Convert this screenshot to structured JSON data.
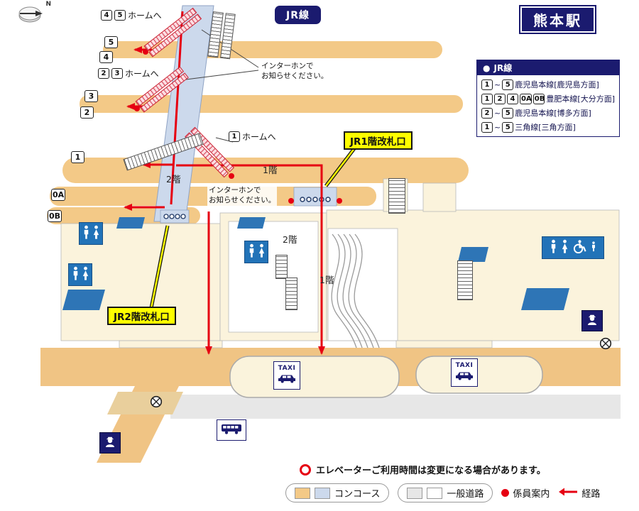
{
  "header": {
    "station_title": "熊本駅",
    "jr_line_badge": "JR線",
    "compass_label": "N"
  },
  "platform_links": {
    "p45_b1": "4",
    "p45_b2": "5",
    "p45_label": "ホームへ",
    "p23_b1": "2",
    "p23_b2": "3",
    "p23_label": "ホームへ",
    "p1_b1": "1",
    "p1_label": "ホームへ"
  },
  "platform_badges": {
    "pf5": "5",
    "pf4": "4",
    "pf3": "3",
    "pf2": "2",
    "pf1": "1",
    "pf0a": "0A",
    "pf0b": "0B"
  },
  "notes": {
    "intercom1_line1": "インターホンで",
    "intercom1_line2": "お知らせください。",
    "intercom2_line1": "インターホンで",
    "intercom2_line2": "お知らせください。"
  },
  "gates": {
    "gate_1f_label": "JR1階改札口",
    "gate_2f_label": "JR2階改札口"
  },
  "floors": {
    "platform_2f": "2階",
    "platform_1f": "1階",
    "building_2f": "2階",
    "building_1f": "1階"
  },
  "lines_box": {
    "bullet": "●",
    "title": "JR線",
    "rows": [
      {
        "b1": "1",
        "sep": "~",
        "b2": "5",
        "label": "鹿児島本線[鹿児島方面]"
      },
      {
        "b1": "1",
        "b2": "2",
        "b3": "4",
        "b4": "0A",
        "b5": "0B",
        "label": "豊肥本線[大分方面]"
      },
      {
        "b1": "2",
        "sep": "~",
        "b2": "5",
        "label": "鹿児島本線[博多方面]"
      },
      {
        "b1": "1",
        "sep": "~",
        "b2": "5",
        "label": "三角線[三角方面]"
      }
    ]
  },
  "signs": {
    "taxi1": "TAXI",
    "taxi2": "TAXI"
  },
  "footer": {
    "elevator_note": "エレベーターご利用時間は変更になる場合があります。",
    "legend_concourse": "コンコース",
    "legend_road": "一般道路",
    "legend_staff": "係員案内",
    "legend_route": "経路"
  },
  "colors": {
    "navy": "#1b1b6f",
    "platform_tan": "#f3c987",
    "concourse_blue": "#ccd9ec",
    "building_cream": "#fbf3dc",
    "route_red": "#e60012",
    "highlight_yellow": "#ffff00",
    "sign_blue": "#2273b8"
  }
}
